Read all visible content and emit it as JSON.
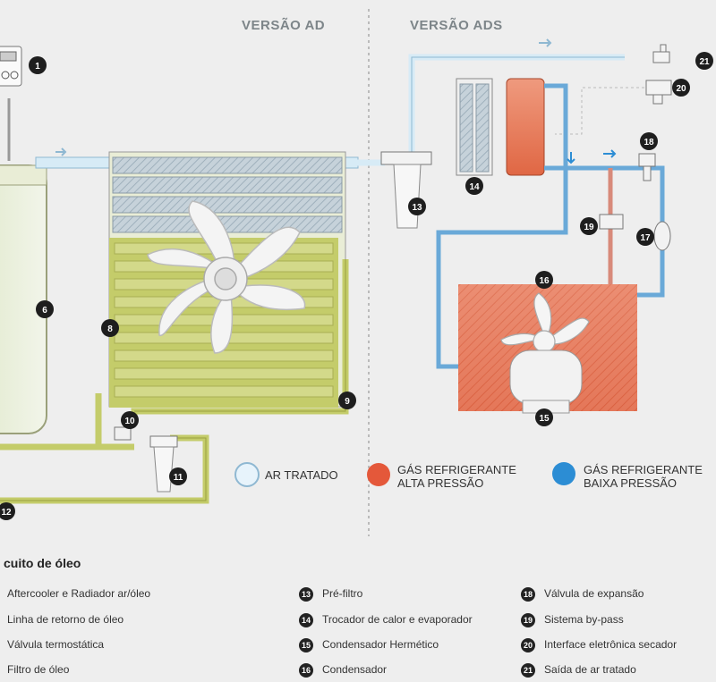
{
  "headers": {
    "ad": "VERSÃO AD",
    "ads": "VERSÃO ADS"
  },
  "colors": {
    "oil": "#c4cc6a",
    "hot": "#e4583a",
    "cold": "#2c8dd4",
    "air": "#bfdff0",
    "pipe": "#6aa9d8"
  },
  "badges": [
    "1",
    "6",
    "8",
    "9",
    "10",
    "11",
    "12",
    "13",
    "14",
    "15",
    "16",
    "17",
    "18",
    "19",
    "20",
    "21"
  ],
  "legend": {
    "air": "AR TRATADO",
    "high_pressure": [
      "GÁS REFRIGERANTE",
      "ALTA PRESSÃO"
    ],
    "low_pressure": [
      "GÁS REFRIGERANTE",
      "BAIXA PRESSÃO"
    ]
  },
  "key": {
    "title": "cuito de óleo",
    "col1": [
      "Aftercooler e Radiador ar/óleo",
      "Linha de retorno de óleo",
      "Válvula termostática",
      "Filtro de óleo"
    ],
    "col2": [
      {
        "badge": "13",
        "label": "Pré-filtro"
      },
      {
        "badge": "14",
        "label": "Trocador de calor e evaporador"
      },
      {
        "badge": "15",
        "label": "Condensador Hermético"
      },
      {
        "badge": "16",
        "label": "Condensador"
      }
    ],
    "col3": [
      {
        "badge": "18",
        "label": "Válvula de expansão"
      },
      {
        "badge": "19",
        "label": "Sistema by-pass"
      },
      {
        "badge": "20",
        "label": "Interface eletrônica secador"
      },
      {
        "badge": "21",
        "label": "Saída de ar tratado"
      }
    ]
  }
}
